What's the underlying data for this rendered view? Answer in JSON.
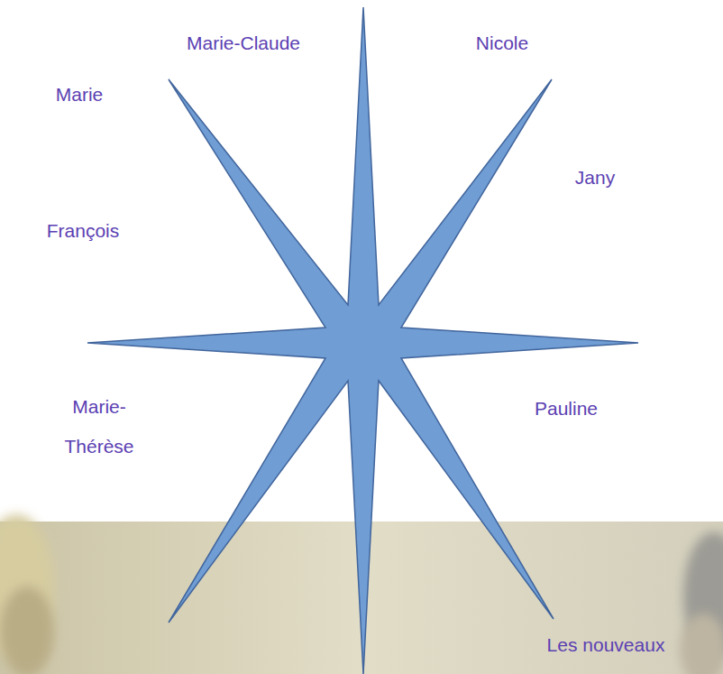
{
  "diagram": {
    "labels": [
      "Marie-Claude",
      "Nicole",
      "Marie",
      "Jany",
      "François",
      "Marie-Thérèse",
      "Pauline",
      "Les nouveaux"
    ]
  }
}
